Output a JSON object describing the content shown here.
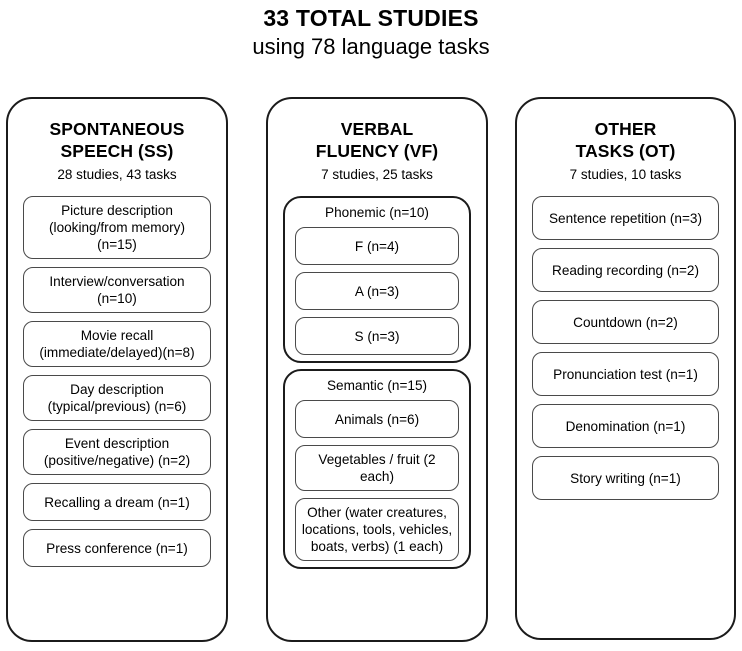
{
  "title": {
    "main": "33 TOTAL STUDIES",
    "sub": "using 78 language tasks"
  },
  "columns": [
    {
      "id": "ss",
      "title_line1": "SPONTANEOUS",
      "title_line2": "SPEECH (SS)",
      "subtitle": "28 studies, 43 tasks",
      "items": [
        {
          "label": "Picture description\n(looking/from memory)\n(n=15)",
          "lines": 3
        },
        {
          "label": "Interview/conversation (n=10)",
          "lines": 1
        },
        {
          "label": "Movie recall\n(immediate/delayed)(n=8)",
          "lines": 2
        },
        {
          "label": "Day description\n(typical/previous) (n=6)",
          "lines": 2
        },
        {
          "label": "Event description\n(positive/negative) (n=2)",
          "lines": 2
        },
        {
          "label": "Recalling a dream (n=1)",
          "lines": 1
        },
        {
          "label": "Press conference (n=1)",
          "lines": 1
        }
      ]
    },
    {
      "id": "vf",
      "title_line1": "VERBAL",
      "title_line2": "FLUENCY (VF)",
      "subtitle": "7 studies, 25 tasks",
      "groups": [
        {
          "label": "Phonemic (n=10)",
          "items": [
            {
              "label": "F (n=4)",
              "lines": 1
            },
            {
              "label": "A (n=3)",
              "lines": 1
            },
            {
              "label": "S (n=3)",
              "lines": 1
            }
          ]
        },
        {
          "label": "Semantic (n=15)",
          "items": [
            {
              "label": "Animals (n=6)",
              "lines": 1
            },
            {
              "label": "Vegetables / fruit (2 each)",
              "lines": 1
            },
            {
              "label": "Other (water creatures,\nlocations, tools, vehicles,\nboats, verbs) (1 each)",
              "lines": 3
            }
          ]
        }
      ]
    },
    {
      "id": "ot",
      "title_line1": "OTHER",
      "title_line2": "TASKS (OT)",
      "subtitle": "7 studies, 10 tasks",
      "items": [
        {
          "label": "Sentence repetition (n=3)",
          "lines": 1
        },
        {
          "label": "Reading recording (n=2)",
          "lines": 1
        },
        {
          "label": "Countdown (n=2)",
          "lines": 1
        },
        {
          "label": "Pronunciation test (n=1)",
          "lines": 1
        },
        {
          "label": "Denomination (n=1)",
          "lines": 1
        },
        {
          "label": "Story writing (n=1)",
          "lines": 1
        }
      ]
    }
  ],
  "colors": {
    "outline": "#1b1b1b",
    "box_outline": "#4a4a4a",
    "text": "#000000",
    "background": "#ffffff"
  }
}
